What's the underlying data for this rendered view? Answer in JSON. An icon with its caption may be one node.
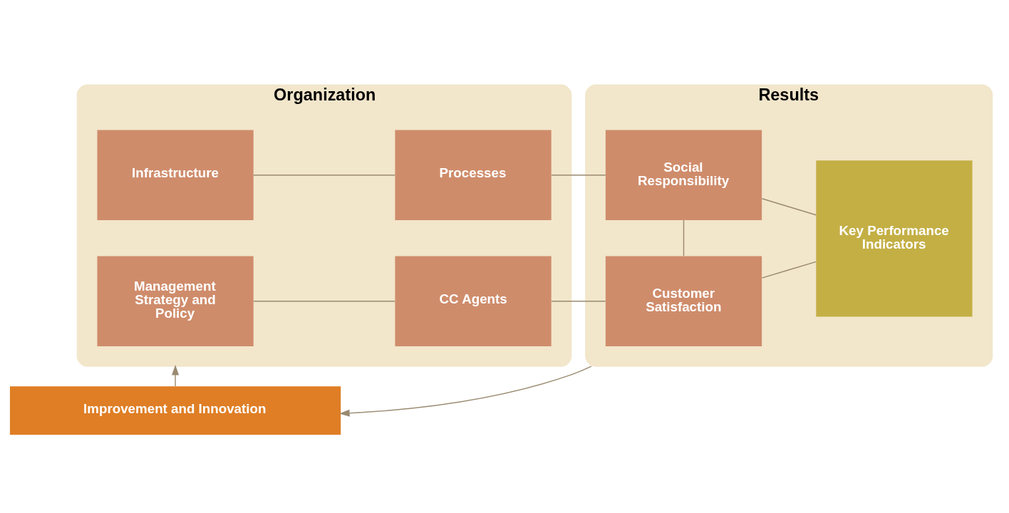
{
  "diagram": {
    "nodes": [
      {
        "text": [
          "Organization"
        ]
      },
      {
        "text": [
          "Management Strategy and Policy"
        ],
        "in": 0
      },
      {
        "text": [
          "CC Agents"
        ],
        "in": 0
      },
      {
        "text": [
          "Infrastructure"
        ],
        "in": 0
      },
      {
        "text": [
          "Processes"
        ],
        "in": 0
      },
      {
        "text": [
          "Results"
        ]
      },
      {
        "text": [
          "Customer Satisfaction"
        ],
        "in": 5
      },
      {
        "text": [
          "Social Responsibility"
        ],
        "in": 5
      },
      {
        "text": [
          "Key Performance Indicators"
        ],
        "in": 5
      },
      {
        "text": [
          "Improvement and Innovation"
        ]
      }
    ],
    "edges": [
      {
        "from": 1,
        "to": 2,
        "arrow": "none"
      },
      {
        "from": 2,
        "to": 6,
        "arrow": "none"
      },
      {
        "from": 3,
        "to": 4,
        "arrow": "none"
      },
      {
        "from": 4,
        "to": 7,
        "arrow": "none"
      },
      {
        "from": 6,
        "to": 7,
        "arrow": "none"
      },
      {
        "from": 6,
        "to": 8,
        "arrow": "none"
      },
      {
        "from": 7,
        "to": 8,
        "arrow": "none"
      },
      {
        "from": 9,
        "to": 0,
        "arrow": "to"
      },
      {
        "from": 5,
        "to": 9,
        "arrow": "to"
      }
    ]
  }
}
